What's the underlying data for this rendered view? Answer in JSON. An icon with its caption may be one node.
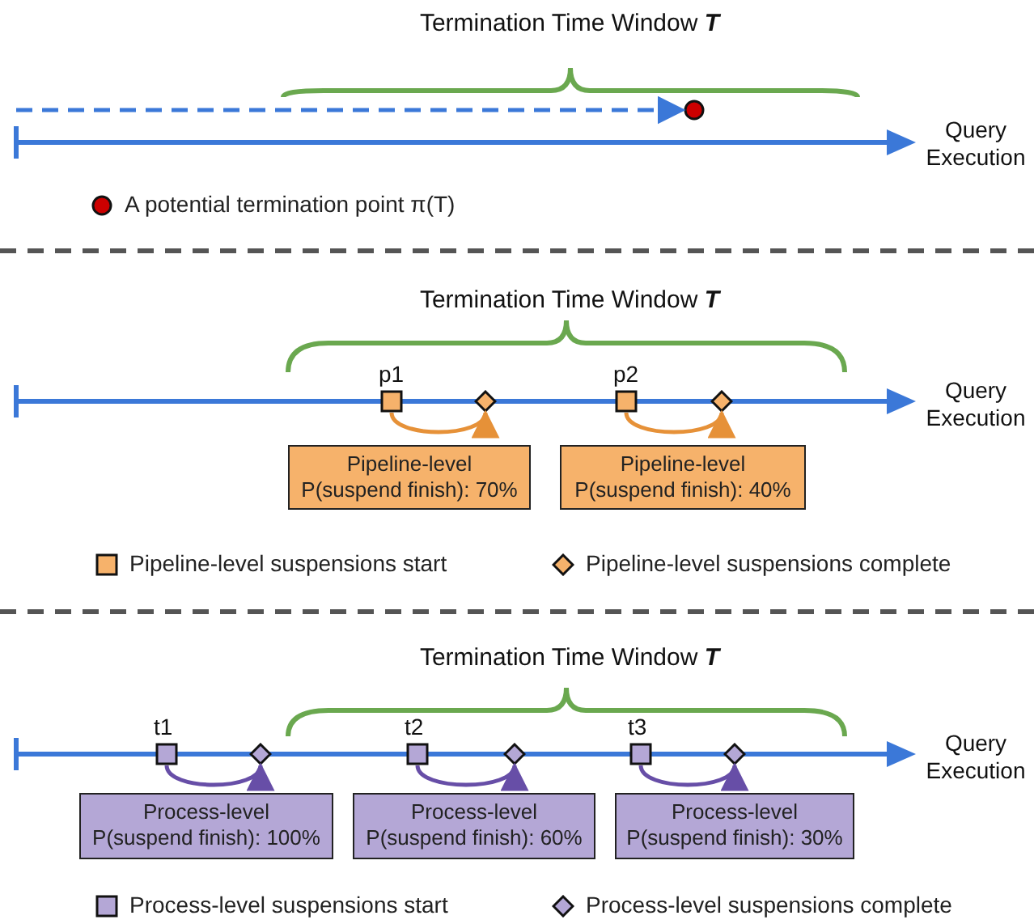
{
  "diagram": {
    "nodes": [
      {
        "text": [],
        "shape": "circle"
      },
      {
        "text": [],
        "shape": "box",
        "beside": [
          "p1"
        ]
      },
      {
        "text": [],
        "shape": "diamond"
      },
      {
        "text": [],
        "shape": "box",
        "beside": [
          "p2"
        ]
      },
      {
        "text": [],
        "shape": "diamond"
      },
      {
        "text": [
          "Pipeline-level",
          "P(suspend finish): 70%"
        ]
      },
      {
        "text": [
          "Pipeline-level",
          "P(suspend finish): 40%"
        ]
      },
      {
        "text": [],
        "shape": "box",
        "beside": [
          "t1"
        ]
      },
      {
        "text": [],
        "shape": "diamond"
      },
      {
        "text": [],
        "shape": "box",
        "beside": [
          "t2"
        ]
      },
      {
        "text": [],
        "shape": "diamond"
      },
      {
        "text": [],
        "shape": "box",
        "beside": [
          "t3"
        ]
      },
      {
        "text": [],
        "shape": "diamond"
      },
      {
        "text": [
          "Process-level",
          "P(suspend finish): 100%"
        ]
      },
      {
        "text": [
          "Process-level",
          "P(suspend finish): 60%"
        ]
      },
      {
        "text": [
          "Process-level",
          "P(suspend finish): 30%"
        ]
      }
    ],
    "edges": [
      {
        "from": null,
        "to": 0,
        "arrow": "to",
        "style": "dashed",
        "color": "#3b78d8"
      },
      {
        "from": 1,
        "to": 2,
        "arrow": "to",
        "color": "#e69138"
      },
      {
        "from": 3,
        "to": 4,
        "arrow": "to",
        "color": "#e69138"
      },
      {
        "from": 7,
        "to": 8,
        "arrow": "to",
        "color": "#674ea7"
      },
      {
        "from": 9,
        "to": 10,
        "arrow": "to",
        "color": "#674ea7"
      },
      {
        "from": 11,
        "to": 12,
        "arrow": "to",
        "color": "#674ea7"
      }
    ],
    "labels": [
      "Termination Time Window **T**",
      "Query Execution",
      "Termination Time Window **T**",
      "Query Execution",
      "Termination Time Window **T**",
      "Query Execution"
    ],
    "legend": [
      {
        "text": "A potential termination point π(T)"
      },
      {
        "text": "Pipeline-level suspensions start"
      },
      {
        "text": "Pipeline-level suspensions complete"
      },
      {
        "text": "Process-level suspensions start"
      },
      {
        "text": "Process-level suspensions complete"
      }
    ]
  }
}
